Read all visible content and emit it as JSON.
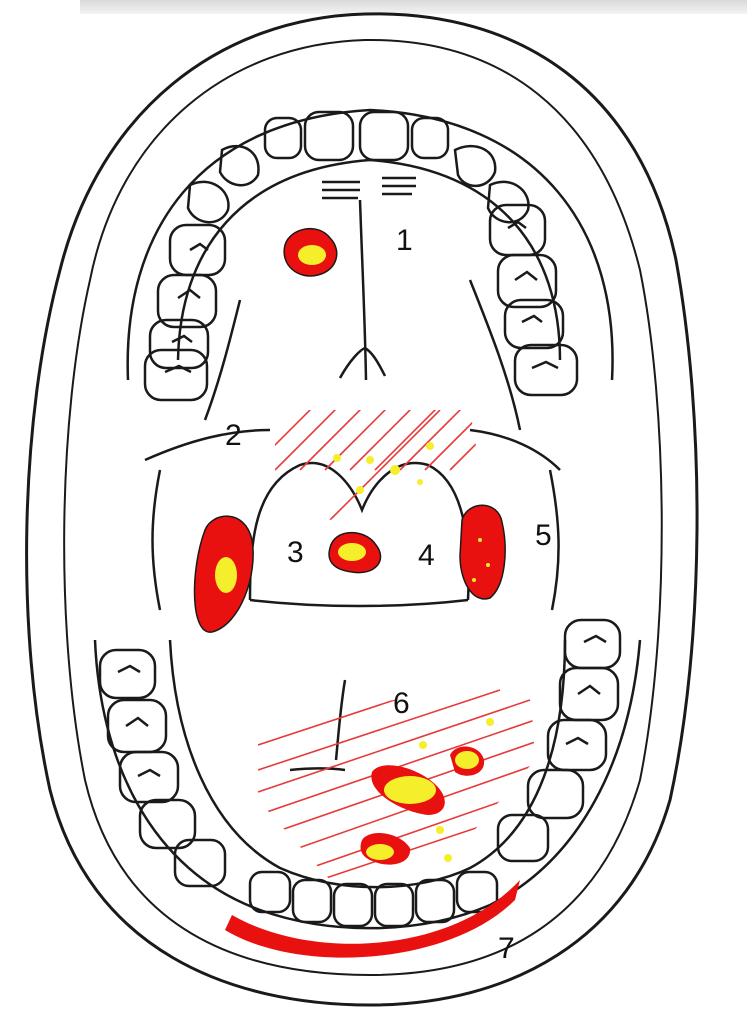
{
  "diagram": {
    "labels": {
      "l1": "1",
      "l2": "2",
      "l3": "3",
      "l4": "4",
      "l5": "5",
      "l6": "6",
      "l7": "7"
    },
    "colors": {
      "outline": "#1a1a1a",
      "lesion_red": "#e8110f",
      "lesion_yellow": "#f5ee2a",
      "hatch": "#e83a3a"
    }
  }
}
